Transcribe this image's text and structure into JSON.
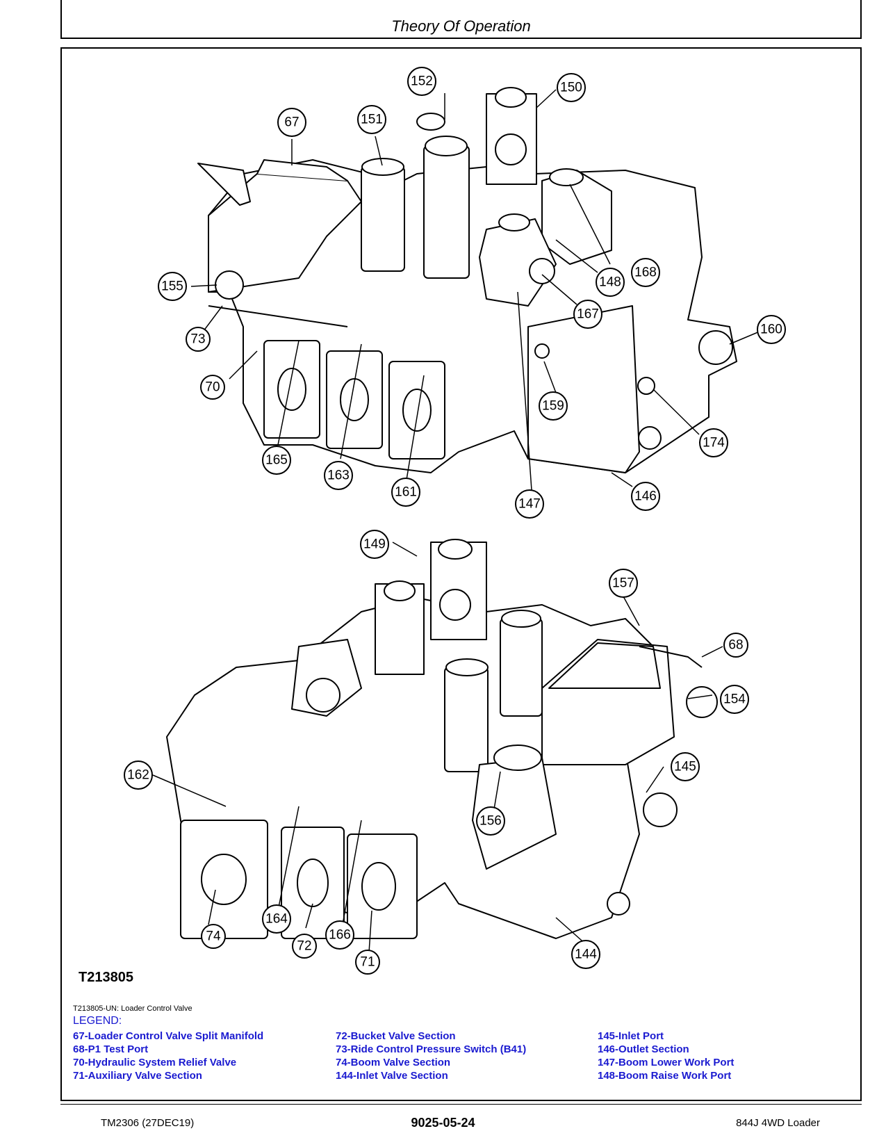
{
  "header": {
    "title": "Theory Of Operation"
  },
  "figure": {
    "id": "T213805",
    "caption": "T213805-UN: Loader Control Valve",
    "callouts_top": [
      "152",
      "150",
      "67",
      "151",
      "155",
      "168",
      "148",
      "167",
      "73",
      "160",
      "70",
      "159",
      "174",
      "165",
      "163",
      "161",
      "147",
      "146"
    ],
    "callouts_bottom": [
      "149",
      "157",
      "68",
      "154",
      "145",
      "162",
      "156",
      "74",
      "164",
      "72",
      "166",
      "71",
      "144"
    ]
  },
  "legend": {
    "title": "LEGEND:",
    "columns": [
      [
        "67-Loader Control Valve Split Manifold",
        "68-P1 Test Port",
        "70-Hydraulic System Relief Valve",
        "71-Auxiliary Valve Section"
      ],
      [
        "72-Bucket Valve Section",
        "73-Ride Control Pressure Switch (B41)",
        "74-Boom Valve Section",
        "144-Inlet Valve Section"
      ],
      [
        "145-Inlet Port",
        "146-Outlet Section",
        "147-Boom Lower Work Port",
        "148-Boom Raise Work Port"
      ]
    ]
  },
  "footer": {
    "left": "TM2306 (27DEC19)",
    "center": "9025-05-24",
    "right": "844J 4WD Loader"
  }
}
